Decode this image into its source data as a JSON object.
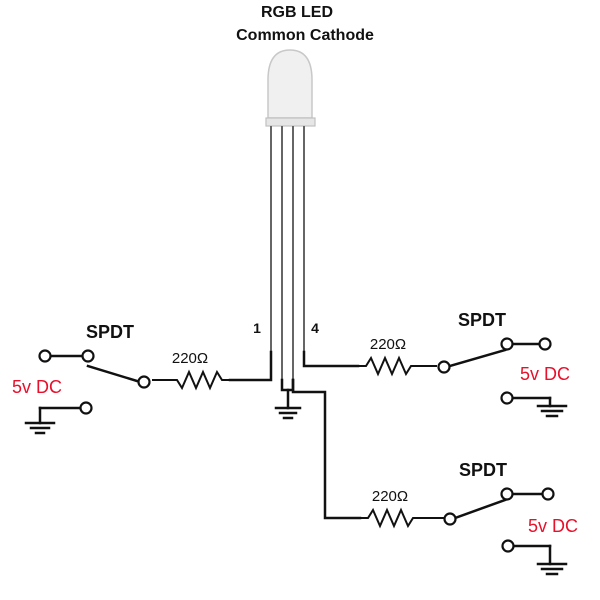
{
  "led": {
    "title_line1": "RGB LED",
    "title_line2": "Common Cathode",
    "pin_left": "1",
    "pin_right": "4"
  },
  "switches": [
    {
      "label": "SPDT",
      "supply": "5v DC",
      "resistor": "220Ω"
    },
    {
      "label": "SPDT",
      "supply": "5v DC",
      "resistor": "220Ω"
    },
    {
      "label": "SPDT",
      "supply": "5v DC",
      "resistor": "220Ω"
    }
  ],
  "colors": {
    "supply_text": "#e8102a",
    "wire": "#111111",
    "led_body": "#f0f0f0"
  }
}
